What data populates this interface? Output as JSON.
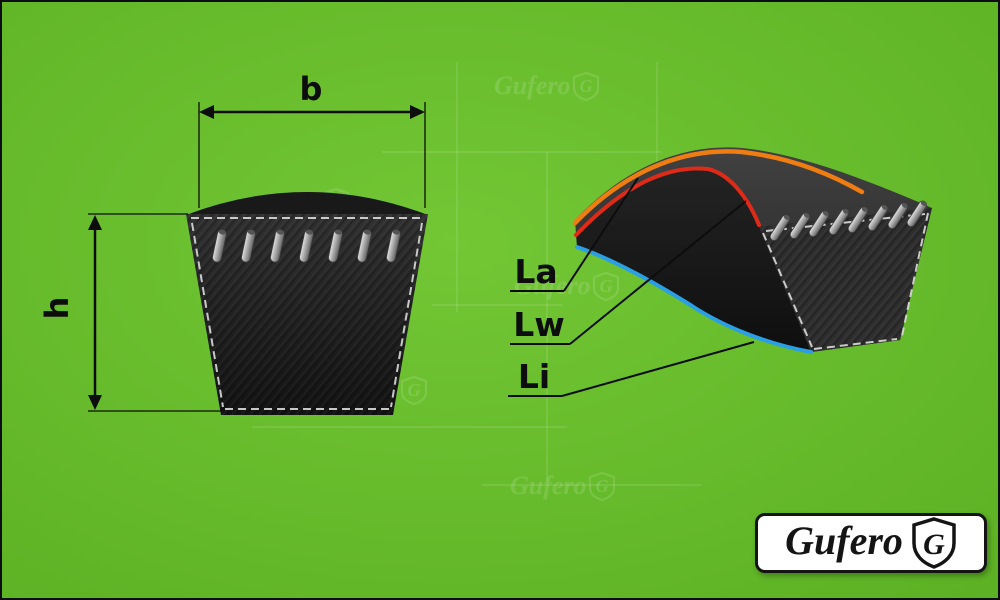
{
  "canvas": {
    "background_color": "#65bd28",
    "border_color": "#0d0d0d"
  },
  "left_view": {
    "width_label": "b",
    "height_label": "h"
  },
  "right_view": {
    "outer_length_label": "La",
    "pitch_length_label": "Lw",
    "inner_length_label": "Li",
    "stripe_colors": {
      "outer": "#ef7d12",
      "pitch": "#df2a18",
      "inner": "#2b9fe4"
    }
  },
  "belt": {
    "body_color": "#1e1e1e",
    "dashed_outline_color": "#dcdcdc",
    "cord_color": "#b5b5b5"
  },
  "branding": {
    "logo": {
      "name": "Gufero",
      "monogram": "G"
    },
    "watermark": {
      "name": "Gufero",
      "monogram": "G"
    }
  }
}
